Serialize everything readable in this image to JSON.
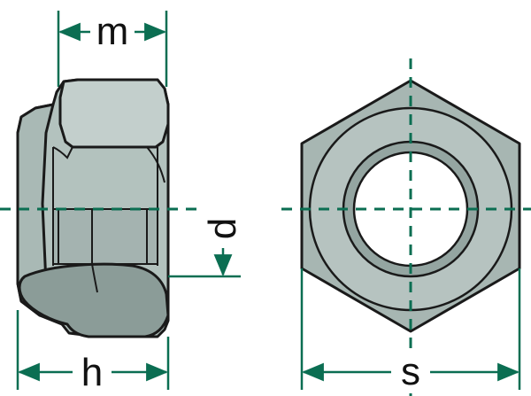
{
  "labels": {
    "m": "m",
    "d": "d",
    "h": "h",
    "s": "s"
  },
  "colors": {
    "dimension": "#0b6e52",
    "metal_light": "#b9c6c3",
    "metal_mid": "#a7b6b2",
    "metal_dark": "#8ea09b",
    "nylon_insert": "#8f9f9b",
    "outline": "#1a1a1a",
    "background": "#ffffff"
  },
  "views": {
    "side": "side-view",
    "front": "front-view"
  }
}
